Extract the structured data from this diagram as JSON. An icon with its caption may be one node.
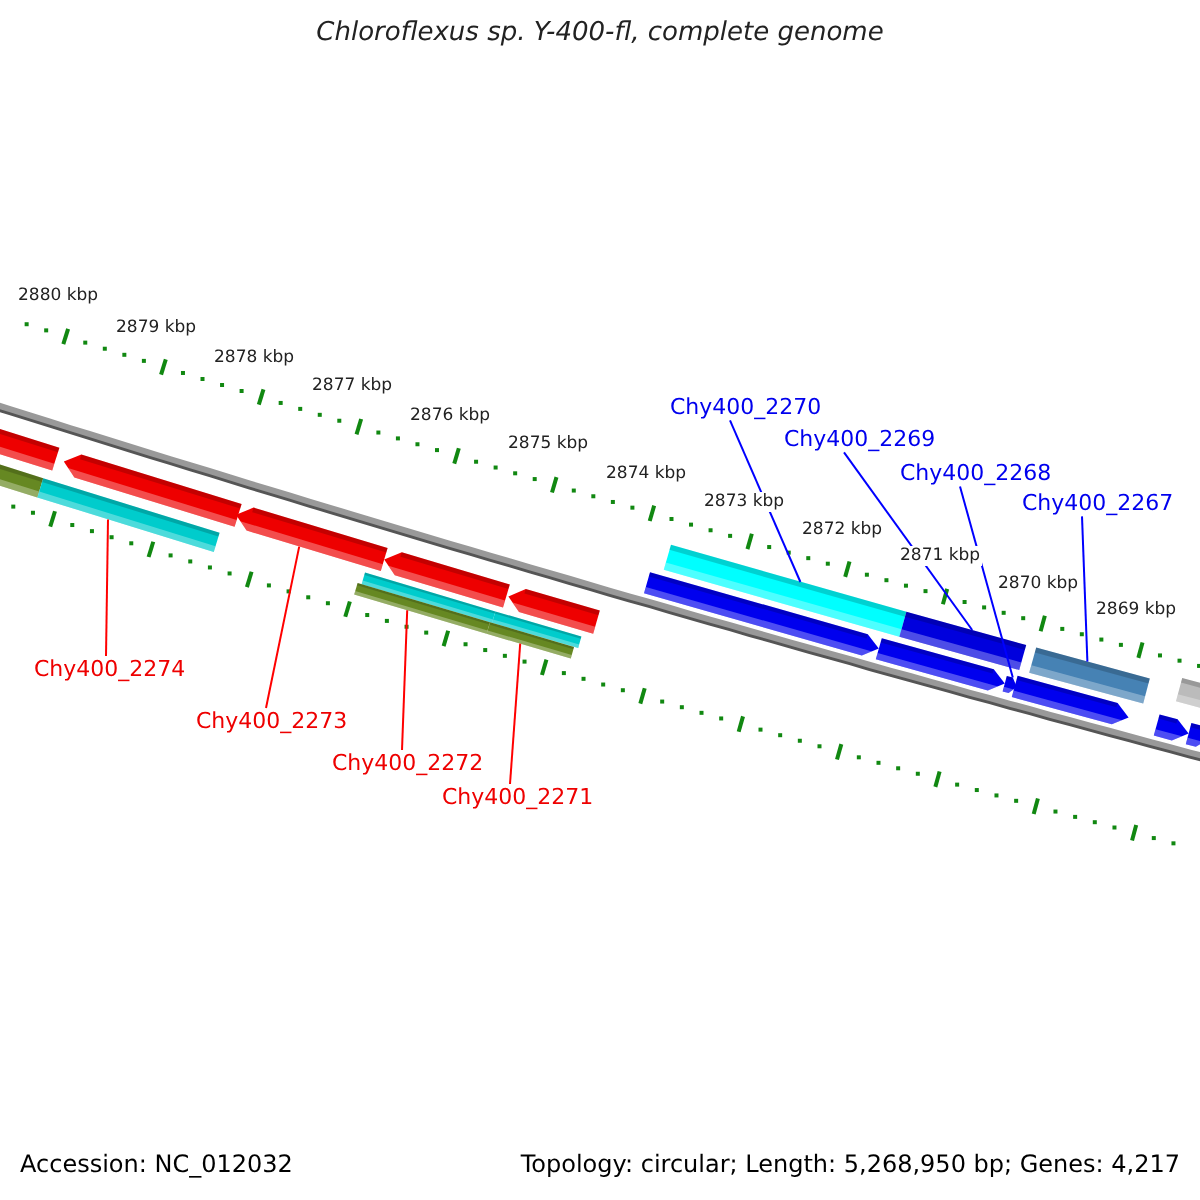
{
  "diagram": {
    "title": "Chloroflexus sp. Y-400-fl, complete genome",
    "nodes": [
      {
        "text": [
          "Chy400_2270"
        ]
      },
      {
        "text": [
          "Chy400_2269"
        ]
      },
      {
        "text": [
          "Chy400_2268"
        ]
      },
      {
        "text": [
          "Chy400_2267"
        ]
      },
      {
        "text": [
          "Chy400_2274"
        ]
      },
      {
        "text": [
          "Chy400_2273"
        ]
      },
      {
        "text": [
          "Chy400_2272"
        ]
      },
      {
        "text": [
          "Chy400_2271"
        ]
      },
      {
        "text": [],
        "shape": "bar"
      },
      {
        "text": [],
        "shape": "arrow"
      },
      {
        "text": [],
        "shape": "bar"
      },
      {
        "text": [],
        "shape": "bar"
      },
      {
        "text": [],
        "shape": "bar"
      },
      {
        "text": [],
        "shape": "bar"
      },
      {
        "text": [],
        "shape": "arrow"
      },
      {
        "text": [],
        "shape": "bar"
      }
    ],
    "edges": [
      {
        "from": 0,
        "to": 12,
        "arrow": "none",
        "color": "#0000ff"
      },
      {
        "from": 1,
        "to": 13,
        "arrow": "none",
        "color": "#0000ff"
      },
      {
        "from": 2,
        "to": 14,
        "arrow": "none",
        "color": "#0000ff"
      },
      {
        "from": 3,
        "to": 15,
        "arrow": "none",
        "color": "#0000ff"
      },
      {
        "from": 4,
        "to": 8,
        "arrow": "none",
        "color": "#ff0000"
      },
      {
        "from": 5,
        "to": 9,
        "arrow": "none",
        "color": "#ff0000"
      },
      {
        "from": 6,
        "to": 10,
        "arrow": "none",
        "color": "#ff0000"
      },
      {
        "from": 7,
        "to": 11,
        "arrow": "none",
        "color": "#ff0000"
      }
    ],
    "labels": [
      "2880 kbp",
      "2879 kbp",
      "2878 kbp",
      "2877 kbp",
      "2876 kbp",
      "2875 kbp",
      "2874 kbp",
      "2873 kbp",
      "2872 kbp",
      "2871 kbp",
      "2870 kbp",
      "2869 kbp",
      "Accession: NC_012032",
      "Topology: circular; Length: 5,268,950 bp; Genes: 4,217"
    ]
  }
}
